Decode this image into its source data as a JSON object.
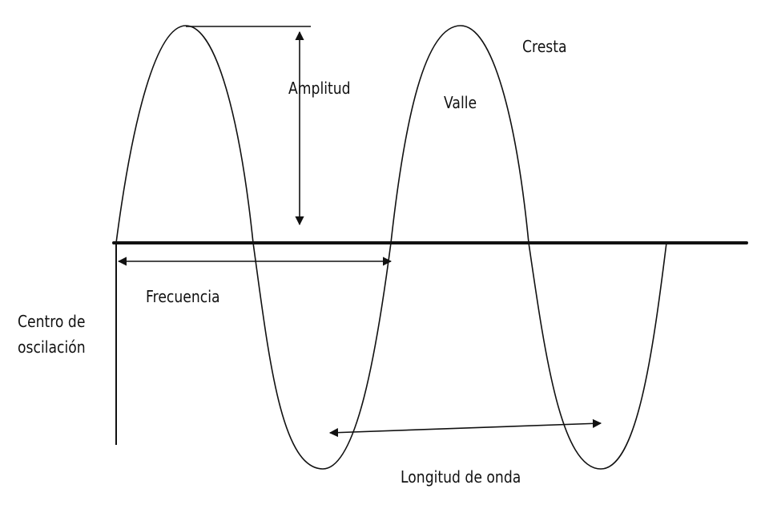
{
  "labels": {
    "cresta": "Cresta",
    "valle": "Valle",
    "amplitud": "Amplitud",
    "frecuencia": "Frecuencia",
    "centro_line1": "Centro de",
    "centro_line2": "oscilación",
    "longitud": "Longitud de onda"
  },
  "colors": {
    "ink": "#111111",
    "background": "#ffffff"
  }
}
